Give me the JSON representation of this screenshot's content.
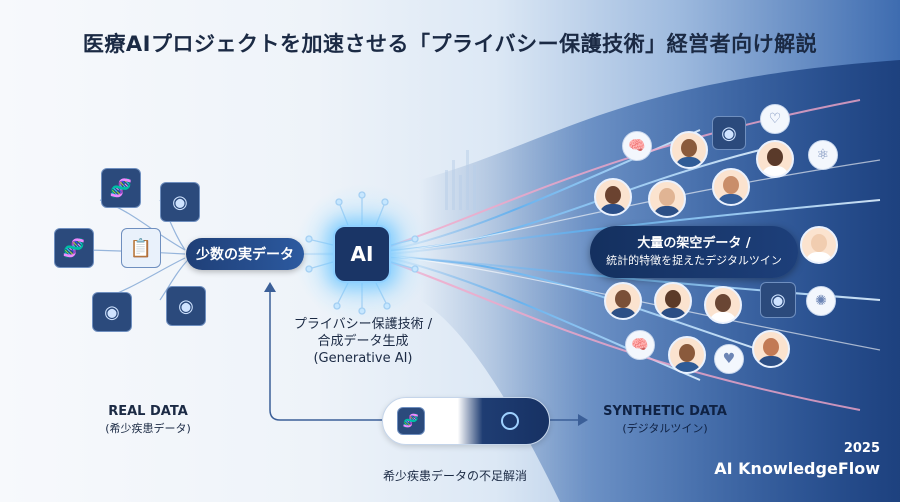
{
  "title": "医療AIプロジェクトを加速させる「プライバシー保護技術」経営者向け解説",
  "input_pill": "少数の実データ",
  "ai_chip": "AI",
  "output_pill": {
    "line1": "大量の架空データ /",
    "line2": "統計的特徴を捉えたデジタルツイン"
  },
  "method_label": {
    "line1": "プライバシー保護技術 /",
    "line2": "合成データ生成",
    "line3": "(Generative AI)"
  },
  "real_label": {
    "line1": "REAL DATA",
    "line2": "(希少疾患データ)"
  },
  "synthetic_label": {
    "line1": "SYNTHETIC DATA",
    "line2": "(デジタルツイン)"
  },
  "bottom_label": "希少疾患データの不足解消",
  "brand": {
    "year": "2025",
    "name": "AI KnowledgeFlow"
  },
  "colors": {
    "accent_dark": "#1d3f7a",
    "glow": "#7fd2ff",
    "flow_pink": "#f3a6c8"
  },
  "icons": {
    "input_tiles": [
      "dna-icon",
      "brain-scan-icon",
      "dna-icon",
      "clipboard-icon",
      "brain-scan-icon",
      "brain-scan-icon"
    ],
    "synthetic_items": [
      "brain-icon",
      "avatar",
      "avatar",
      "brain-scan-icon",
      "avatar",
      "heartbeat-icon",
      "molecule-icon",
      "avatar",
      "avatar",
      "avatar",
      "avatar",
      "avatar",
      "avatar",
      "brain-scan-icon",
      "brain-icon",
      "avatar",
      "heartbeat-icon",
      "avatar",
      "virus-icon"
    ]
  }
}
